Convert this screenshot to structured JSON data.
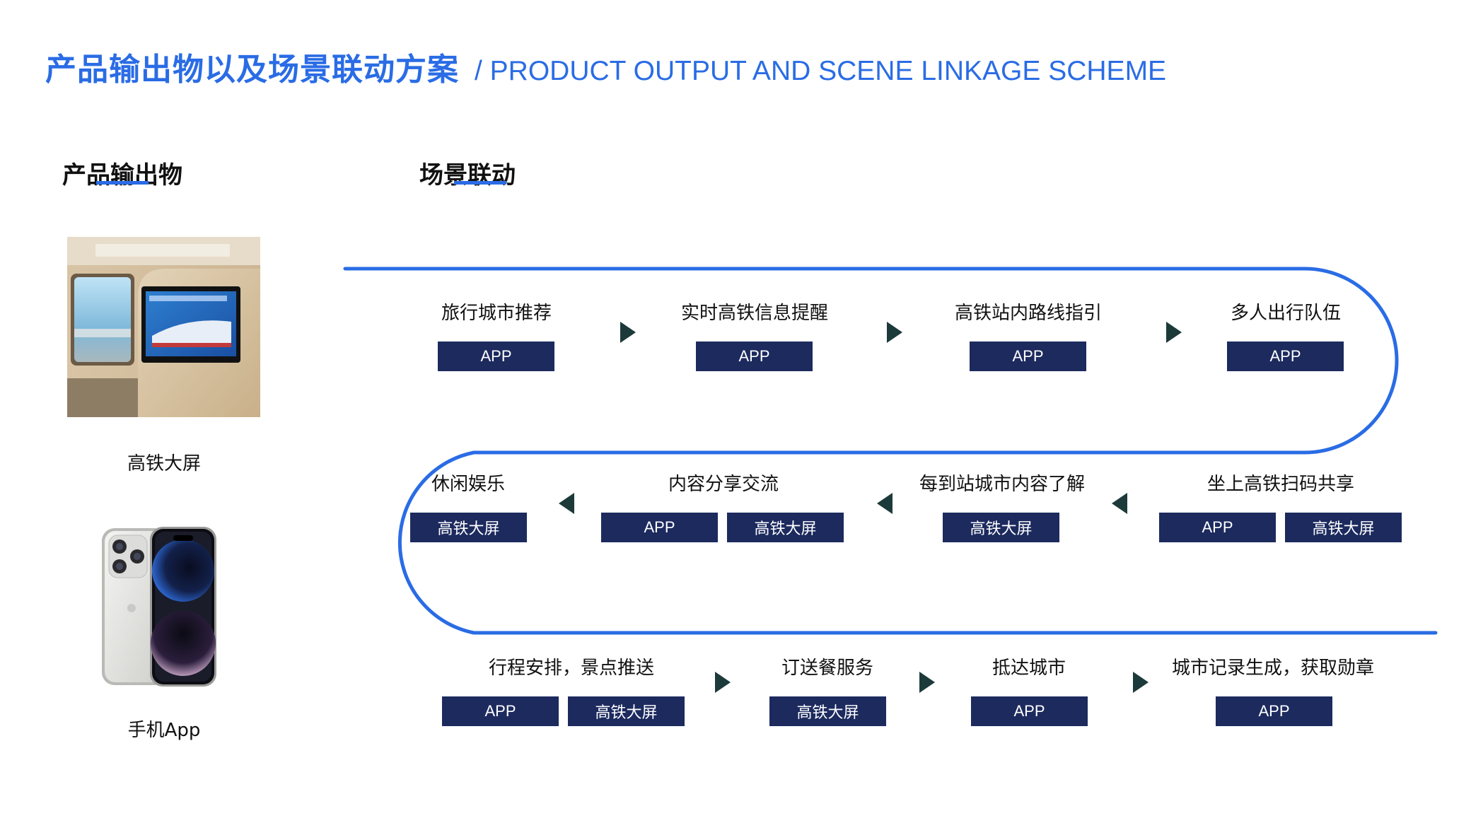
{
  "header": {
    "title_cn": "产品输出物以及场景联动方案",
    "title_en": "/ PRODUCT OUTPUT AND SCENE LINKAGE SCHEME"
  },
  "products": {
    "heading": "产品输出物",
    "items": [
      {
        "label": "高铁大屏",
        "icon": "train-screen-photo"
      },
      {
        "label": "手机App",
        "icon": "smartphone-photo"
      }
    ]
  },
  "scene": {
    "heading": "场景联动",
    "rows": [
      {
        "direction": "right",
        "steps": [
          {
            "title": "旅行城市推荐",
            "tags": [
              "APP"
            ]
          },
          {
            "title": "实时高铁信息提醒",
            "tags": [
              "APP"
            ]
          },
          {
            "title": "高铁站内路线指引",
            "tags": [
              "APP"
            ]
          },
          {
            "title": "多人出行队伍",
            "tags": [
              "APP"
            ]
          }
        ]
      },
      {
        "direction": "left",
        "steps": [
          {
            "title": "休闲娱乐",
            "tags": [
              "高铁大屏"
            ]
          },
          {
            "title": "内容分享交流",
            "tags": [
              "APP",
              "高铁大屏"
            ]
          },
          {
            "title": "每到站城市内容了解",
            "tags": [
              "高铁大屏"
            ]
          },
          {
            "title": "坐上高铁扫码共享",
            "tags": [
              "APP",
              "高铁大屏"
            ]
          }
        ]
      },
      {
        "direction": "right",
        "steps": [
          {
            "title": "行程安排，景点推送",
            "tags": [
              "APP",
              "高铁大屏"
            ]
          },
          {
            "title": "订送餐服务",
            "tags": [
              "高铁大屏"
            ]
          },
          {
            "title": "抵达城市",
            "tags": [
              "APP"
            ]
          },
          {
            "title": "城市记录生成，获取勋章",
            "tags": [
              "APP"
            ]
          }
        ]
      }
    ]
  },
  "colors": {
    "accent": "#2a6ce5",
    "tag_bg": "#1c2a5e",
    "arrow": "#1d3a3a"
  }
}
